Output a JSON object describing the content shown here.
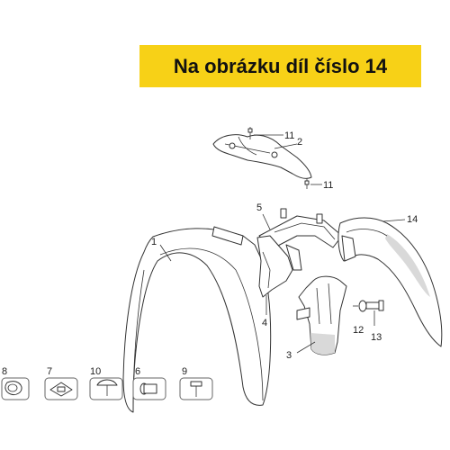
{
  "banner": {
    "text": "Na obrázku díl číslo 14"
  },
  "callouts": {
    "p1": "1",
    "p2": "2",
    "p3": "3",
    "p4": "4",
    "p5": "5",
    "p11a": "11",
    "p11b": "11",
    "p12": "12",
    "p13": "13",
    "p14": "14"
  },
  "small_parts": {
    "p8": "8",
    "p7": "7",
    "p10": "10",
    "p6": "6",
    "p9": "9"
  },
  "colors": {
    "banner_bg": "#f7d117",
    "stroke": "#333333"
  }
}
